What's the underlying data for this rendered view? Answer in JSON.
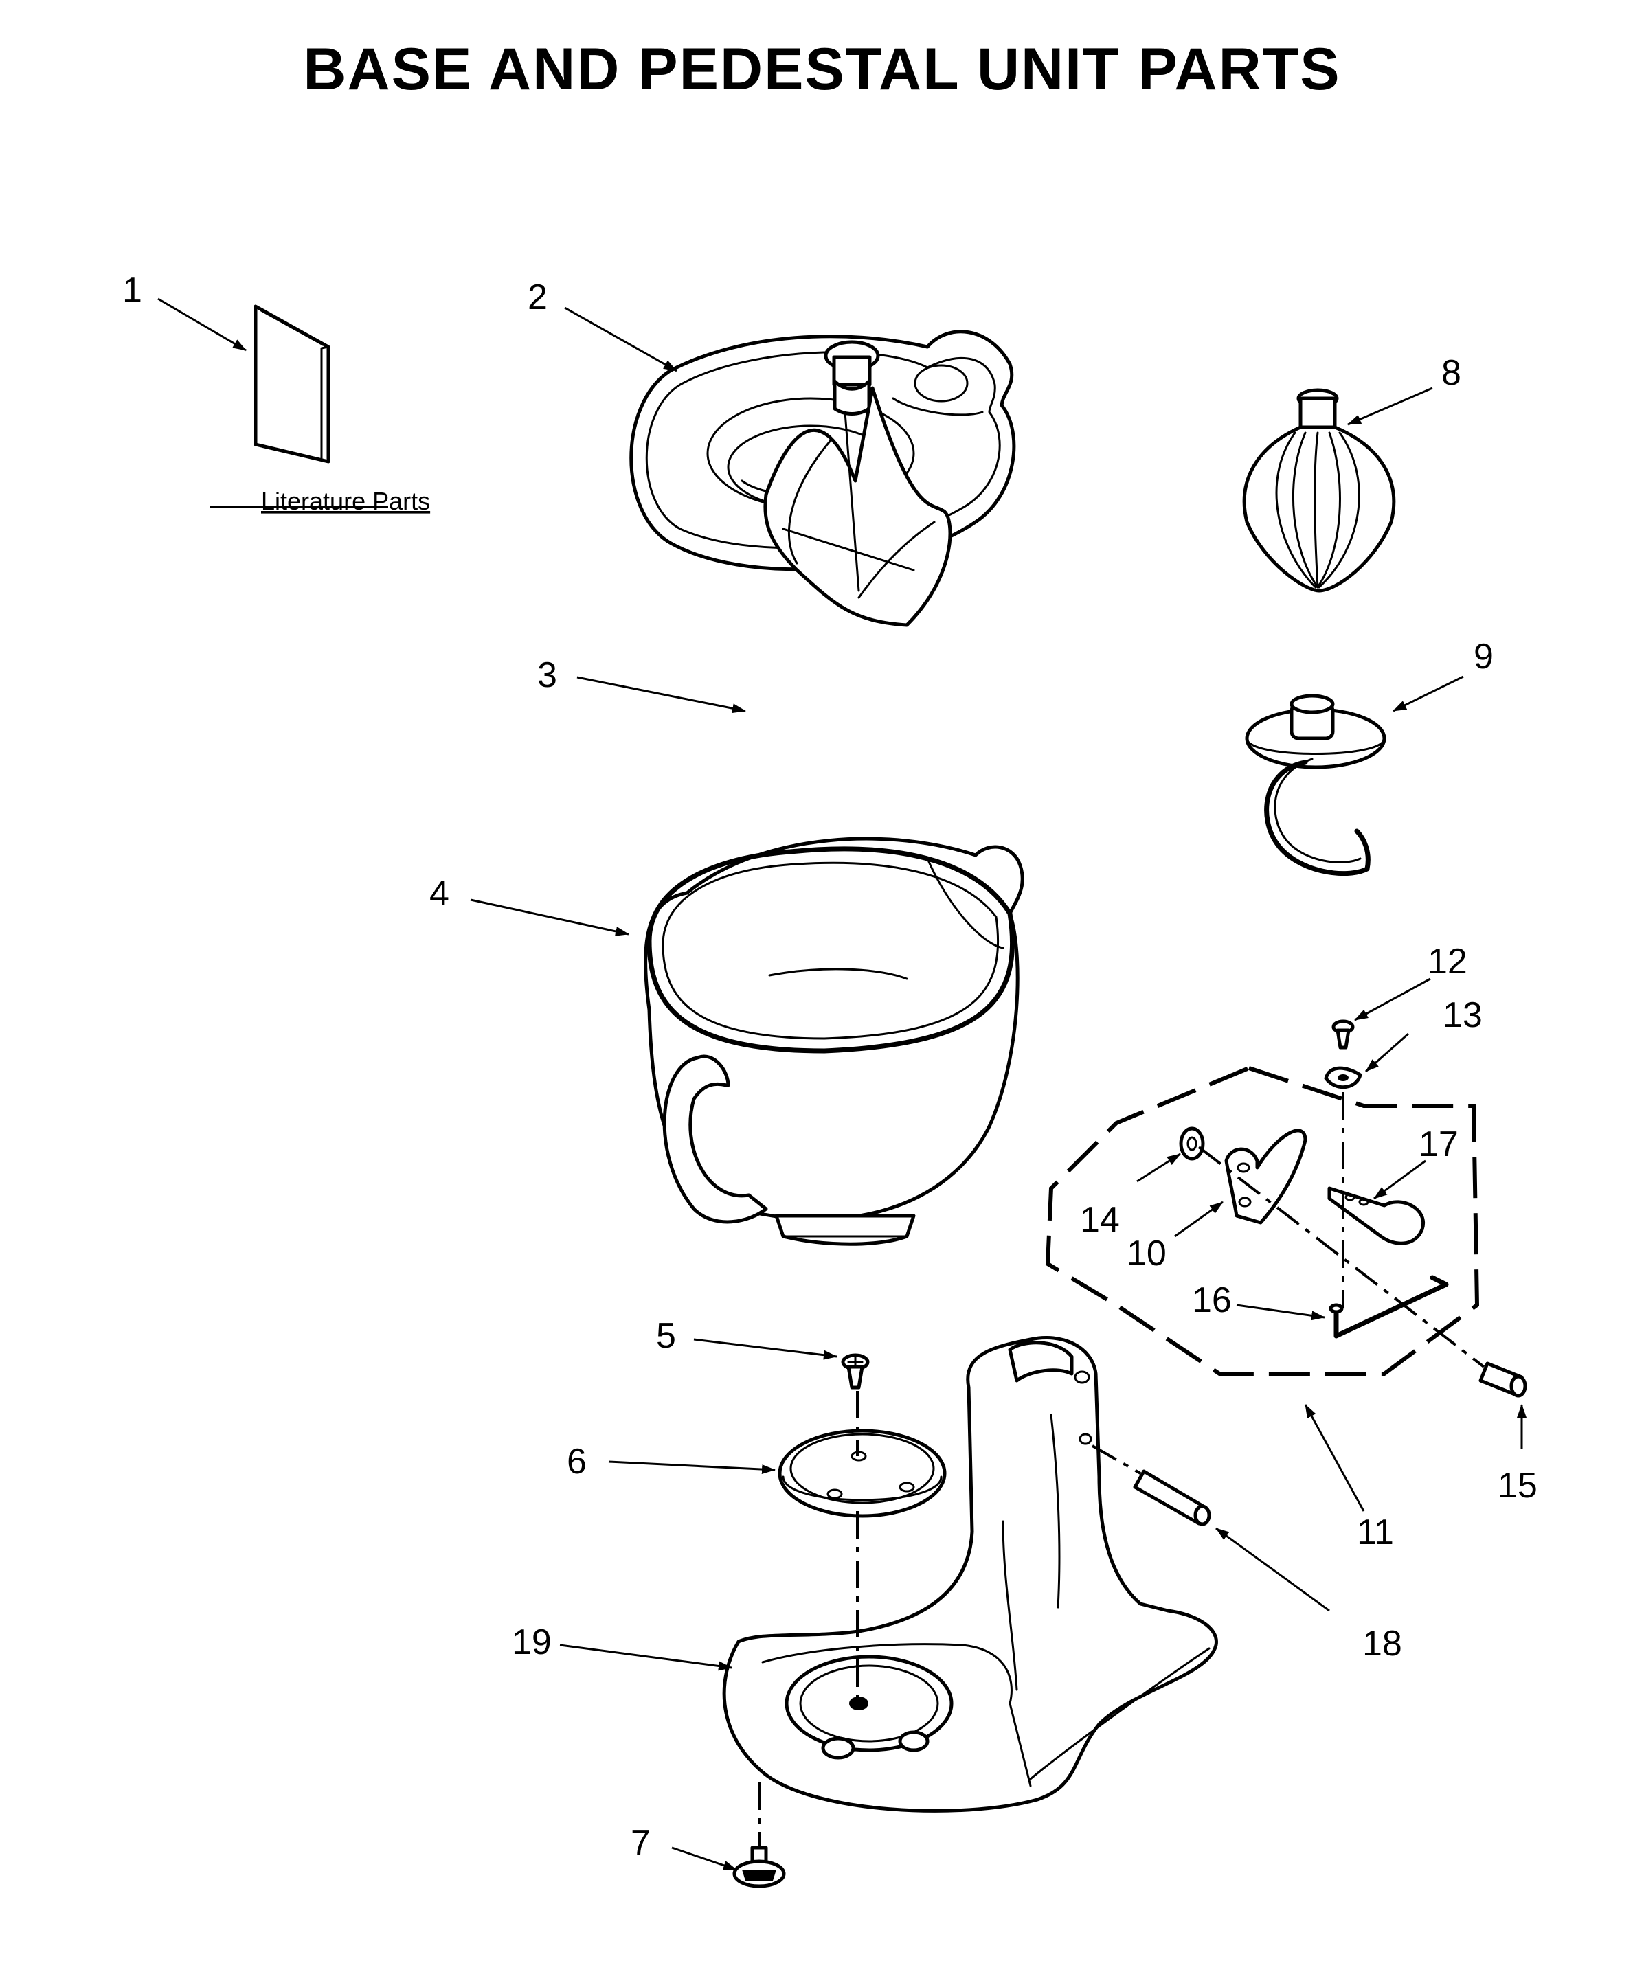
{
  "title": "BASE AND PEDESTAL UNIT PARTS",
  "literature_label": "Literature Parts",
  "callouts": [
    {
      "id": "1",
      "label": "1"
    },
    {
      "id": "2",
      "label": "2"
    },
    {
      "id": "3",
      "label": "3"
    },
    {
      "id": "4",
      "label": "4"
    },
    {
      "id": "5",
      "label": "5"
    },
    {
      "id": "6",
      "label": "6"
    },
    {
      "id": "7",
      "label": "7"
    },
    {
      "id": "8",
      "label": "8"
    },
    {
      "id": "9",
      "label": "9"
    },
    {
      "id": "10",
      "label": "10"
    },
    {
      "id": "11",
      "label": "11"
    },
    {
      "id": "12",
      "label": "12"
    },
    {
      "id": "13",
      "label": "13"
    },
    {
      "id": "14",
      "label": "14"
    },
    {
      "id": "15",
      "label": "15"
    },
    {
      "id": "16",
      "label": "16"
    },
    {
      "id": "17",
      "label": "17"
    },
    {
      "id": "18",
      "label": "18"
    },
    {
      "id": "19",
      "label": "19"
    }
  ]
}
